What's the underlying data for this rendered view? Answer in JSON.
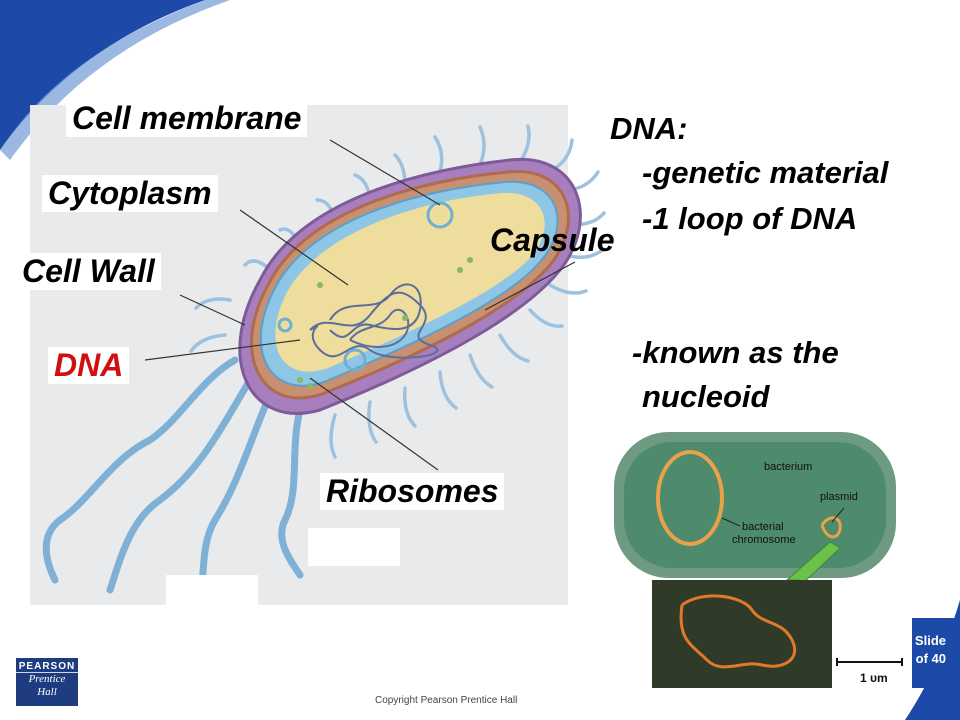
{
  "labels": {
    "cell_membrane": "Cell membrane",
    "cytoplasm": "Cytoplasm",
    "cell_wall": "Cell Wall",
    "dna": "DNA",
    "capsule": "Capsule",
    "ribosomes": "Ribosomes"
  },
  "dna_notes": {
    "heading": "DNA:",
    "line1": "-genetic material",
    "line2": "-1 loop of DNA",
    "line3": "-known as the",
    "line4": "nucleoid"
  },
  "inset": {
    "bacterium": "bacterium",
    "plasmid": "plasmid",
    "bacterial_chromosome_1": "bacterial",
    "bacterial_chromosome_2": "chromosome",
    "scale": "1 υm"
  },
  "slide_number": {
    "line1": "Slide",
    "line2": "of 40"
  },
  "copyright": "Copyright Pearson Prentice Hall",
  "logo": {
    "line1": "PEARSON",
    "line2": "Prentice",
    "line3": "Hall"
  },
  "colors": {
    "accent_blue": "#1a3f9e",
    "dna_label": "#d01010",
    "capsule_purple": "#9b6fb0",
    "cytoplasm_yellow": "#eedd9c",
    "inset_green": "#4e8a6c"
  }
}
